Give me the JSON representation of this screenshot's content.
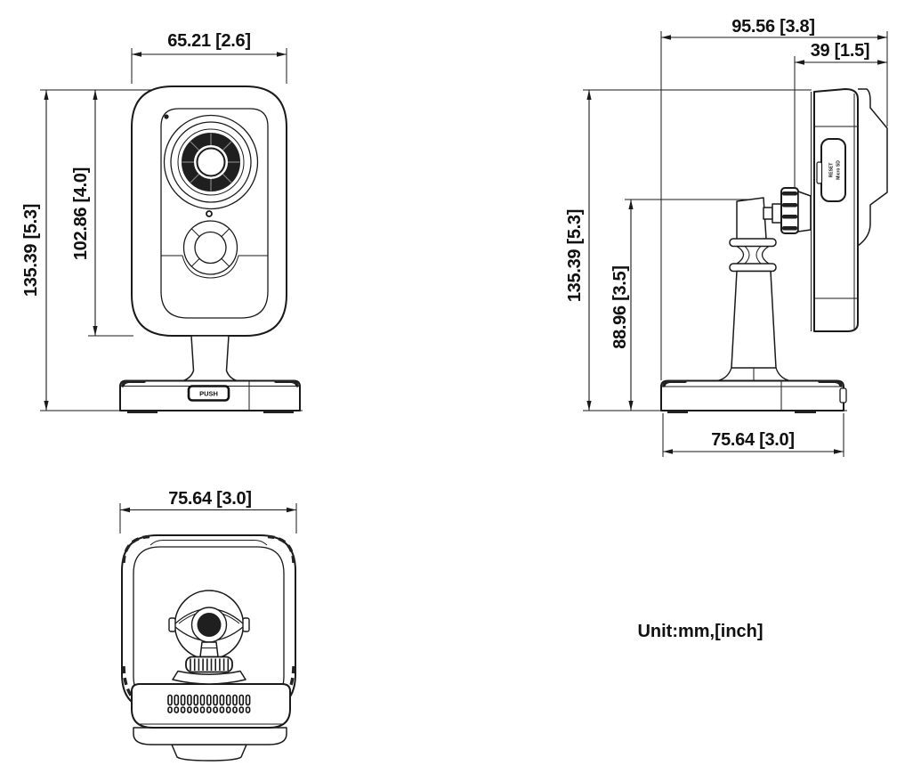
{
  "front": {
    "width_dim": "65.21 [2.6]",
    "body_height_dim": "102.86 [4.0]",
    "total_height_dim": "135.39 [5.3]",
    "push_label": "PUSH"
  },
  "side": {
    "depth_dim": "95.56 [3.8]",
    "camera_depth_dim": "39 [1.5]",
    "total_height_dim": "135.39 [5.3]",
    "mount_height_dim": "88.96 [3.5]",
    "base_depth_dim": "75.64 [3.0]",
    "reset_label": "RESET",
    "sd_label": "Micro SD"
  },
  "bottom": {
    "width_dim": "75.64 [3.0]"
  },
  "note": {
    "unit": "Unit:mm,[inch]"
  },
  "colors": {
    "line": "#1a1a1a",
    "background": "#ffffff"
  }
}
